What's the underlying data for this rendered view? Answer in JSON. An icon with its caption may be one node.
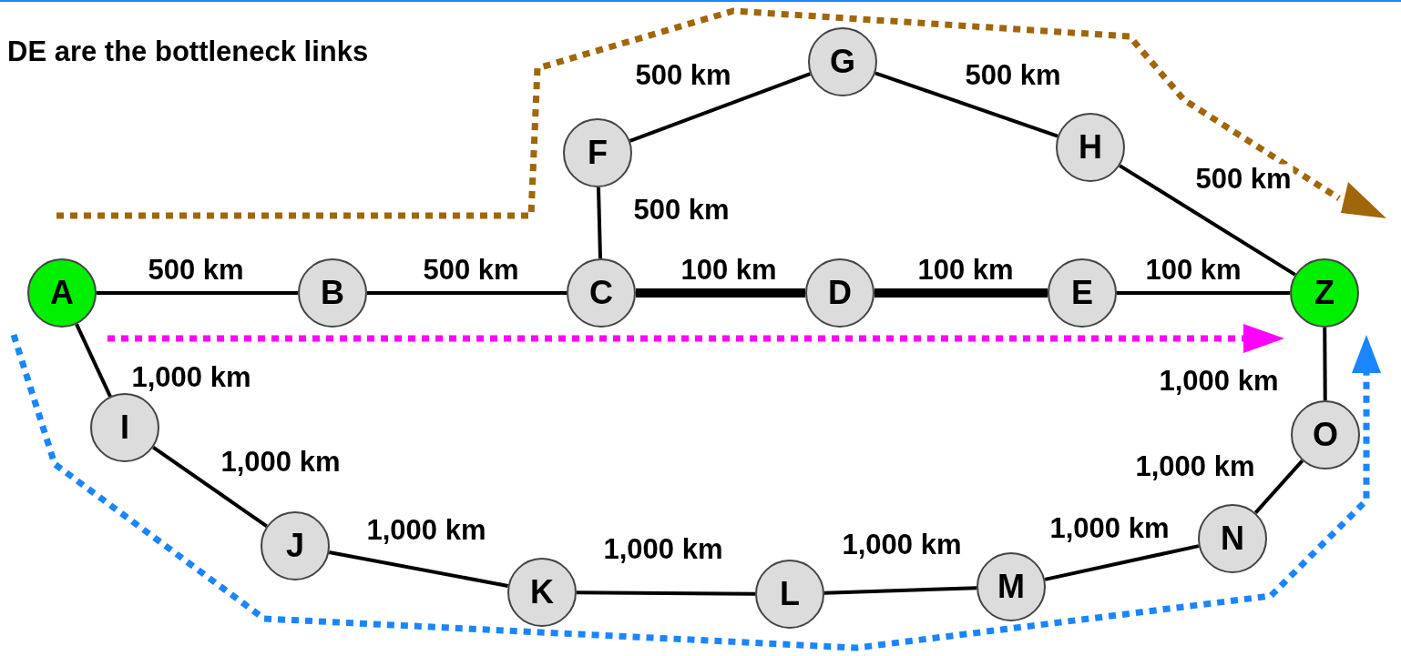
{
  "diagram": {
    "title": "DE are the bottleneck links",
    "nodes": [
      {
        "text": [
          "A"
        ]
      },
      {
        "text": [
          "B"
        ]
      },
      {
        "text": [
          "C"
        ]
      },
      {
        "text": [
          "D"
        ]
      },
      {
        "text": [
          "E"
        ]
      },
      {
        "text": [
          "Z"
        ]
      },
      {
        "text": [
          "F"
        ]
      },
      {
        "text": [
          "G"
        ]
      },
      {
        "text": [
          "H"
        ]
      },
      {
        "text": [
          "I"
        ]
      },
      {
        "text": [
          "J"
        ]
      },
      {
        "text": [
          "K"
        ]
      },
      {
        "text": [
          "L"
        ]
      },
      {
        "text": [
          "M"
        ]
      },
      {
        "text": [
          "N"
        ]
      },
      {
        "text": [
          "O"
        ]
      }
    ],
    "edges": [
      {
        "from": 0,
        "to": 1,
        "arrow": "none",
        "label": "500 km"
      },
      {
        "from": 1,
        "to": 2,
        "arrow": "none",
        "label": "500 km"
      },
      {
        "from": 2,
        "to": 3,
        "arrow": "none",
        "label": "100 km",
        "style": "thick"
      },
      {
        "from": 3,
        "to": 4,
        "arrow": "none",
        "label": "100 km",
        "style": "thick"
      },
      {
        "from": 4,
        "to": 5,
        "arrow": "none",
        "label": "100 km"
      },
      {
        "from": 2,
        "to": 6,
        "arrow": "none",
        "label": "500 km"
      },
      {
        "from": 6,
        "to": 7,
        "arrow": "none",
        "label": "500 km"
      },
      {
        "from": 7,
        "to": 8,
        "arrow": "none",
        "label": "500 km"
      },
      {
        "from": 8,
        "to": 5,
        "arrow": "none",
        "label": "500 km"
      },
      {
        "from": 0,
        "to": 9,
        "arrow": "none",
        "label": "1,000 km"
      },
      {
        "from": 9,
        "to": 10,
        "arrow": "none",
        "label": "1,000 km"
      },
      {
        "from": 10,
        "to": 11,
        "arrow": "none",
        "label": "1,000 km"
      },
      {
        "from": 11,
        "to": 12,
        "arrow": "none",
        "label": "1,000 km"
      },
      {
        "from": 12,
        "to": 13,
        "arrow": "none",
        "label": "1,000 km"
      },
      {
        "from": 13,
        "to": 14,
        "arrow": "none",
        "label": "1,000 km"
      },
      {
        "from": 14,
        "to": 15,
        "arrow": "none",
        "label": "1,000 km"
      },
      {
        "from": 15,
        "to": 5,
        "arrow": "none",
        "label": "1,000 km"
      }
    ]
  }
}
